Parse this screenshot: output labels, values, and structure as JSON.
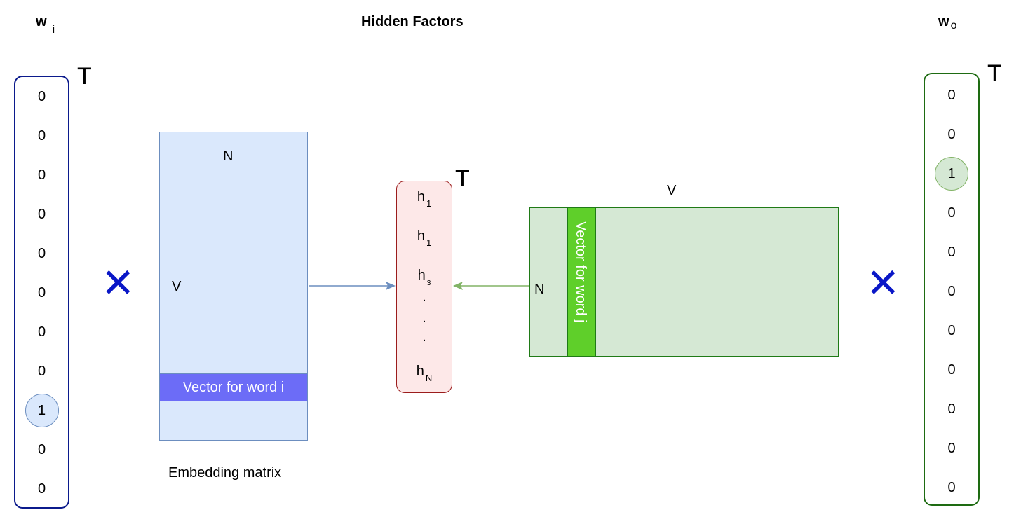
{
  "header": {
    "w_i": {
      "main": "w",
      "sub": "i"
    },
    "hidden_factors": "Hidden Factors",
    "w_o": {
      "main": "w",
      "sub": "o"
    }
  },
  "transpose_mark": "T",
  "input_vector": {
    "values": [
      "0",
      "0",
      "0",
      "0",
      "0",
      "0",
      "0",
      "0",
      "1",
      "0",
      "0"
    ],
    "highlight_index": 8
  },
  "output_vector": {
    "values": [
      "0",
      "0",
      "1",
      "0",
      "0",
      "0",
      "0",
      "0",
      "0",
      "0",
      "0"
    ],
    "highlight_index": 2
  },
  "multiply_symbol": "✕",
  "embedding_matrix": {
    "top_label": "N",
    "side_label": "V",
    "row_label": "Vector for word i",
    "caption": "Embedding matrix"
  },
  "hidden_vector": [
    {
      "main": "h",
      "sub": "1"
    },
    {
      "main": "h",
      "sub": "1"
    },
    {
      "main": "h",
      "sub": "3"
    },
    {
      "main": ".",
      "sub": ""
    },
    {
      "main": ".",
      "sub": ""
    },
    {
      "main": ".",
      "sub": ""
    },
    {
      "main": "h",
      "sub": "N"
    }
  ],
  "context_matrix": {
    "top_label": "V",
    "side_label": "N",
    "column_label": "Vector for word j"
  },
  "colors": {
    "input_border": "#0b1a8c",
    "output_border": "#1e6b12",
    "embedding_fill": "#dae8fc",
    "embedding_border": "#6c8ebf",
    "embedding_row": "#6c6cf7",
    "hidden_fill": "#fde8e8",
    "hidden_border": "#9b1c1c",
    "context_fill": "#d5e8d4",
    "context_border": "#1f7a16",
    "context_column": "#5fcf2a",
    "cross": "#0a17c7"
  }
}
